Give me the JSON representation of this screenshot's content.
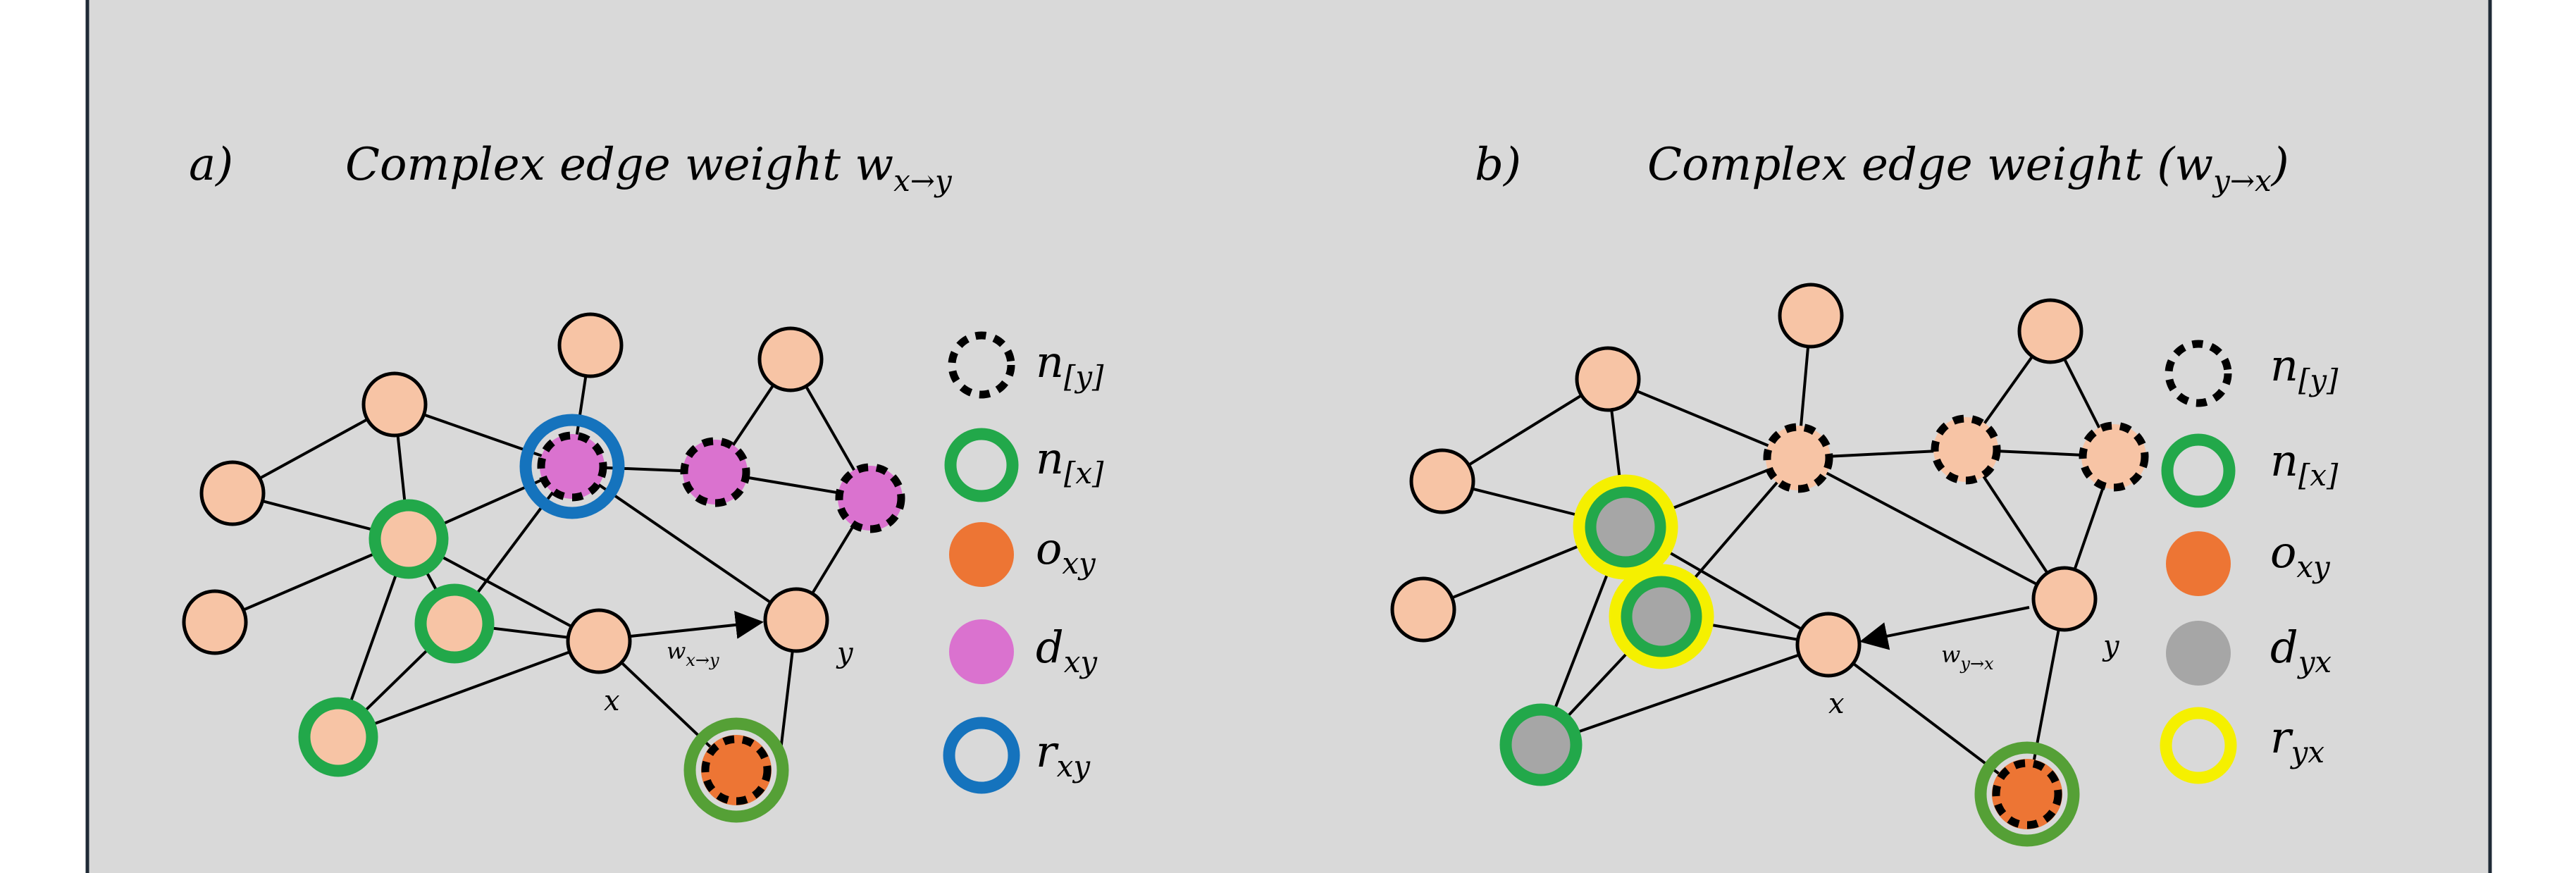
{
  "colors": {
    "background": "#d9d9d9",
    "node_fill": "#f7c4a5",
    "neighbor_y_dashed": "#000000",
    "neighbor_x_ring": "#22a84a",
    "o_fill": "#ed7534",
    "d_fill_a": "#da72cf",
    "d_fill_b": "#a6a6a6",
    "r_ring_a": "#1573bd",
    "r_ring_b": "#f5f000",
    "o_ring": "#55a036"
  },
  "panel_a": {
    "label": "a)",
    "title_prefix": "Complex edge weight ",
    "title_symbol": "w",
    "title_subscript": "x→y",
    "node_x_label": "x",
    "node_y_label": "y",
    "edge_label": "w",
    "edge_label_sub": "x→y",
    "legend": [
      {
        "symbol": "n",
        "subscript": "[y]",
        "marker": "dashed-ring"
      },
      {
        "symbol": "n",
        "subscript": "[x]",
        "marker": "green-ring"
      },
      {
        "symbol": "o",
        "subscript": "xy",
        "marker": "orange-dot"
      },
      {
        "symbol": "d",
        "subscript": "xy",
        "marker": "pink-dot"
      },
      {
        "symbol": "r",
        "subscript": "xy",
        "marker": "blue-ring"
      }
    ]
  },
  "panel_b": {
    "label": "b)",
    "title_prefix": "Complex edge weight ",
    "title_paren_open": "(",
    "title_symbol": "w",
    "title_subscript": "y→x",
    "title_paren_close": ")",
    "node_x_label": "x",
    "node_y_label": "y",
    "edge_label": "w",
    "edge_label_sub": "y→x",
    "legend": [
      {
        "symbol": "n",
        "subscript": "[y]",
        "marker": "dashed-ring"
      },
      {
        "symbol": "n",
        "subscript": "[x]",
        "marker": "green-ring"
      },
      {
        "symbol": "o",
        "subscript": "xy",
        "marker": "orange-dot"
      },
      {
        "symbol": "d",
        "subscript": "yx",
        "marker": "gray-dot"
      },
      {
        "symbol": "r",
        "subscript": "yx",
        "marker": "yellow-ring"
      }
    ]
  }
}
